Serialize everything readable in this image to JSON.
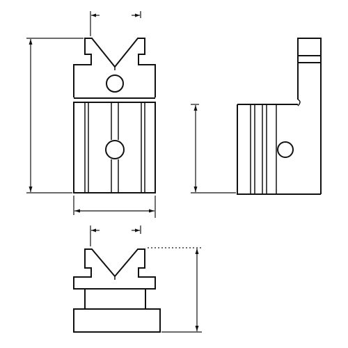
{
  "drawing": {
    "views": [
      "front-view",
      "side-view",
      "top-view"
    ],
    "stroke_color": "#111111",
    "background_color": "#ffffff"
  }
}
